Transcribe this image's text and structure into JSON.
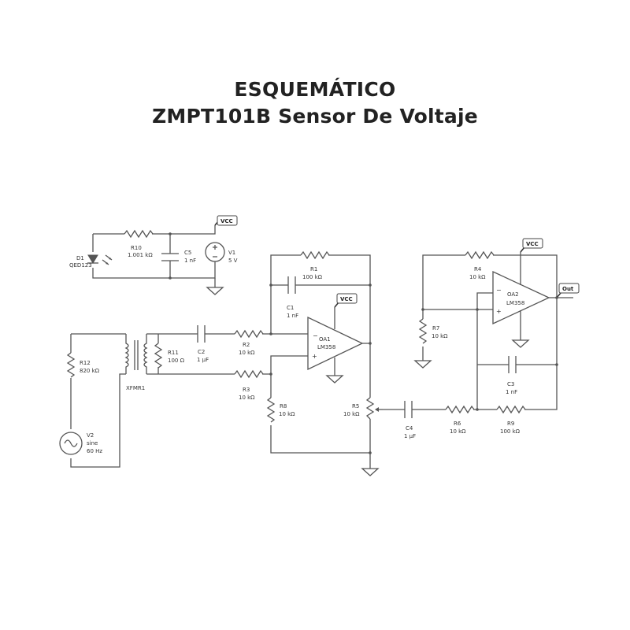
{
  "title": {
    "line1": "ESQUEMÁTICO",
    "line2": "ZMPT101B Sensor De Voltaje"
  },
  "components": {
    "D1": {
      "ref": "D1",
      "value": "QED123"
    },
    "R10": {
      "ref": "R10",
      "value": "1.001 kΩ"
    },
    "C5": {
      "ref": "C5",
      "value": "1 nF"
    },
    "V1": {
      "ref": "V1",
      "value": "5 V"
    },
    "R1": {
      "ref": "R1",
      "value": "100 kΩ"
    },
    "C1": {
      "ref": "C1",
      "value": "1 nF"
    },
    "OA1": {
      "ref": "OA1",
      "value": "LM358"
    },
    "R11": {
      "ref": "R11",
      "value": "100 Ω"
    },
    "C2": {
      "ref": "C2",
      "value": "1 µF"
    },
    "R2": {
      "ref": "R2",
      "value": "10 kΩ"
    },
    "R3": {
      "ref": "R3",
      "value": "10 kΩ"
    },
    "R8": {
      "ref": "R8",
      "value": "10 kΩ"
    },
    "R5": {
      "ref": "R5",
      "value": "10 kΩ"
    },
    "R12": {
      "ref": "R12",
      "value": "820 kΩ"
    },
    "XFMR1": {
      "ref": "XFMR1"
    },
    "V2": {
      "ref": "V2",
      "type": "sine",
      "freq": "60 Hz"
    },
    "R4": {
      "ref": "R4",
      "value": "10 kΩ"
    },
    "OA2": {
      "ref": "OA2",
      "value": "LM358"
    },
    "R7": {
      "ref": "R7",
      "value": "10 kΩ"
    },
    "C3": {
      "ref": "C3",
      "value": "1 nF"
    },
    "C4": {
      "ref": "C4",
      "value": "1 µF"
    },
    "R6": {
      "ref": "R6",
      "value": "10 kΩ"
    },
    "R9": {
      "ref": "R9",
      "value": "100 kΩ"
    }
  },
  "net_labels": {
    "vcc": "VCC",
    "out": "Out"
  },
  "opamp_pins": {
    "minus": "−",
    "plus": "+"
  }
}
